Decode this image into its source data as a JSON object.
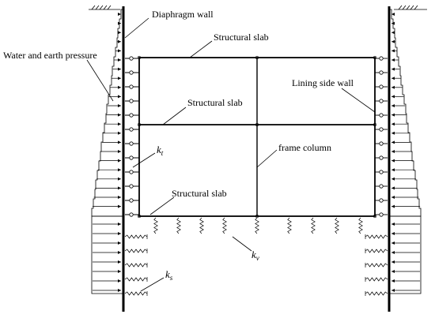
{
  "labels": {
    "diaphragm_wall": "Diaphragm wall",
    "structural_slab_top": "Structural slab",
    "water_earth_pressure": "Water and earth pressure",
    "lining_side_wall": "Lining side wall",
    "structural_slab_middle": "Structural slab",
    "frame_column": "frame column",
    "structural_slab_bottom": "Structural slab"
  },
  "symbols": {
    "lateral_spring": {
      "base": "k",
      "sub": "t"
    },
    "vertical_spring": {
      "base": "k",
      "sub": "v"
    },
    "side_spring": {
      "base": "k",
      "sub": "s"
    }
  },
  "colors": {
    "line": "#000000",
    "background": "#ffffff"
  }
}
